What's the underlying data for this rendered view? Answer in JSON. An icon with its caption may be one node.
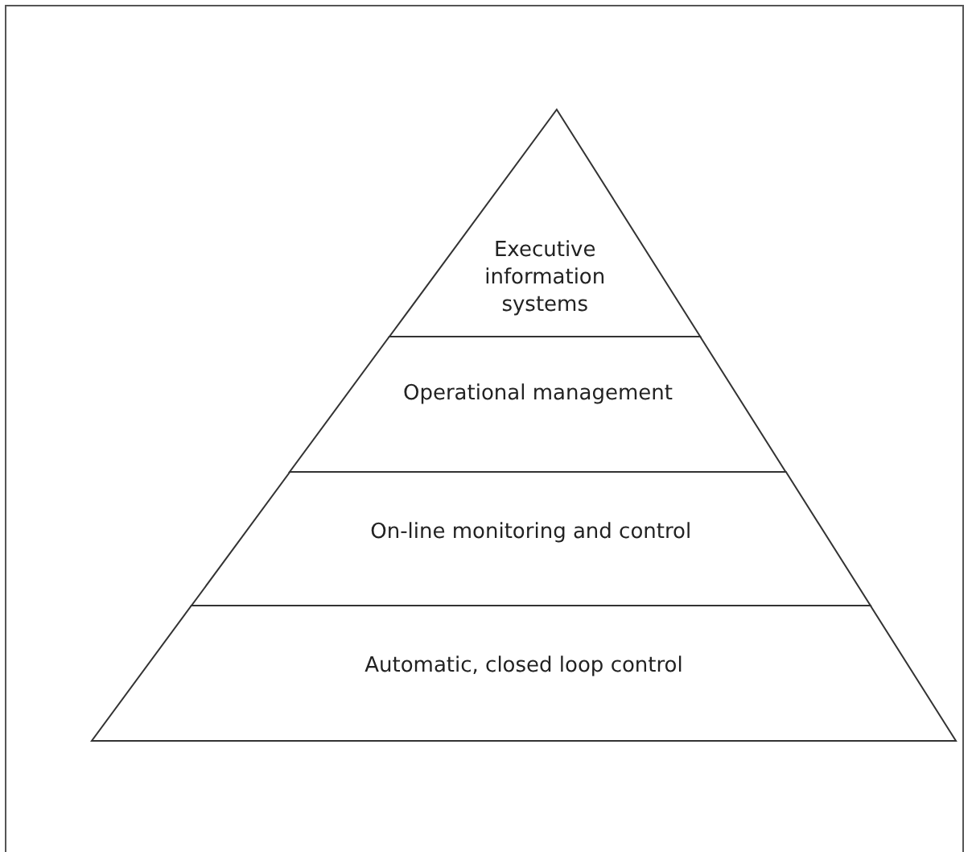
{
  "diagram": {
    "nodes": [
      {
        "text": [
          "Executive information systems"
        ]
      },
      {
        "text": [
          "Operational management"
        ]
      },
      {
        "text": [
          "On-line monitoring and control"
        ]
      },
      {
        "text": [
          "Automatic, closed loop control"
        ]
      }
    ]
  }
}
